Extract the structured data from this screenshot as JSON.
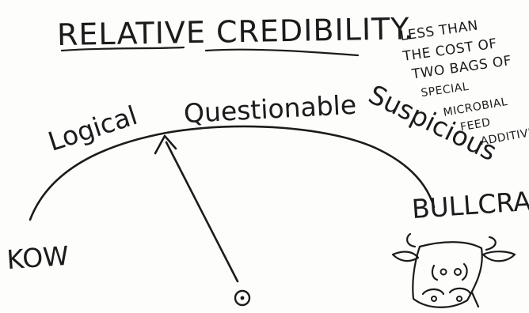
{
  "title": "RELATIVE CREDIBILITY.",
  "side_note": {
    "lines": [
      "LESS THAN",
      "THE COST OF",
      "TWO BAGS OF",
      "SPECIAL",
      "MICROBIAL",
      "FEED",
      "ADDITIVE"
    ]
  },
  "scale": {
    "labels": {
      "low": "KOW",
      "logical": "Logical",
      "questionable": "Questionable",
      "suspicious": "Suspicious",
      "high": "BULLCRAP"
    }
  },
  "colors": {
    "ink": "#1b1b1b",
    "paper": "#fdfdfc"
  },
  "icons": {
    "pointer": "arrow-pointer-icon",
    "pivot": "pivot-circle-icon",
    "bull": "bull-head-icon"
  }
}
